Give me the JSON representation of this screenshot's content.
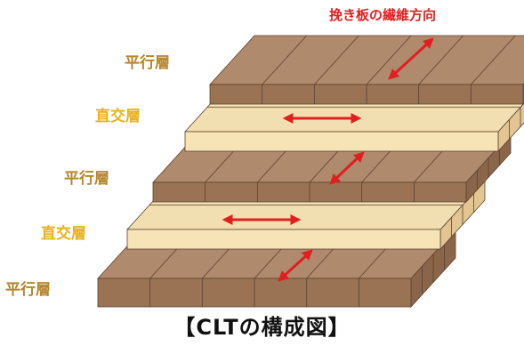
{
  "fiber_direction_label": "挽き板の繊維方向",
  "caption": "【CLTの構成図】",
  "layers": [
    {
      "label": "平行層",
      "kind": "parallel"
    },
    {
      "label": "直交層",
      "kind": "cross"
    },
    {
      "label": "平行層",
      "kind": "parallel"
    },
    {
      "label": "直交層",
      "kind": "cross"
    },
    {
      "label": "平行層",
      "kind": "parallel"
    }
  ],
  "colors": {
    "parallel_label": "#b5862d",
    "cross_label": "#e7b21c",
    "arrow": "#e01f1f",
    "parallel_top": "#b08a6c",
    "parallel_front": "#9a7354",
    "parallel_side": "#8b6549",
    "cross_top": "#f2dfb1",
    "cross_front": "#f6e4b6",
    "cross_side": "#e2c591",
    "outline": "#5a4030",
    "caption": "#111111"
  }
}
